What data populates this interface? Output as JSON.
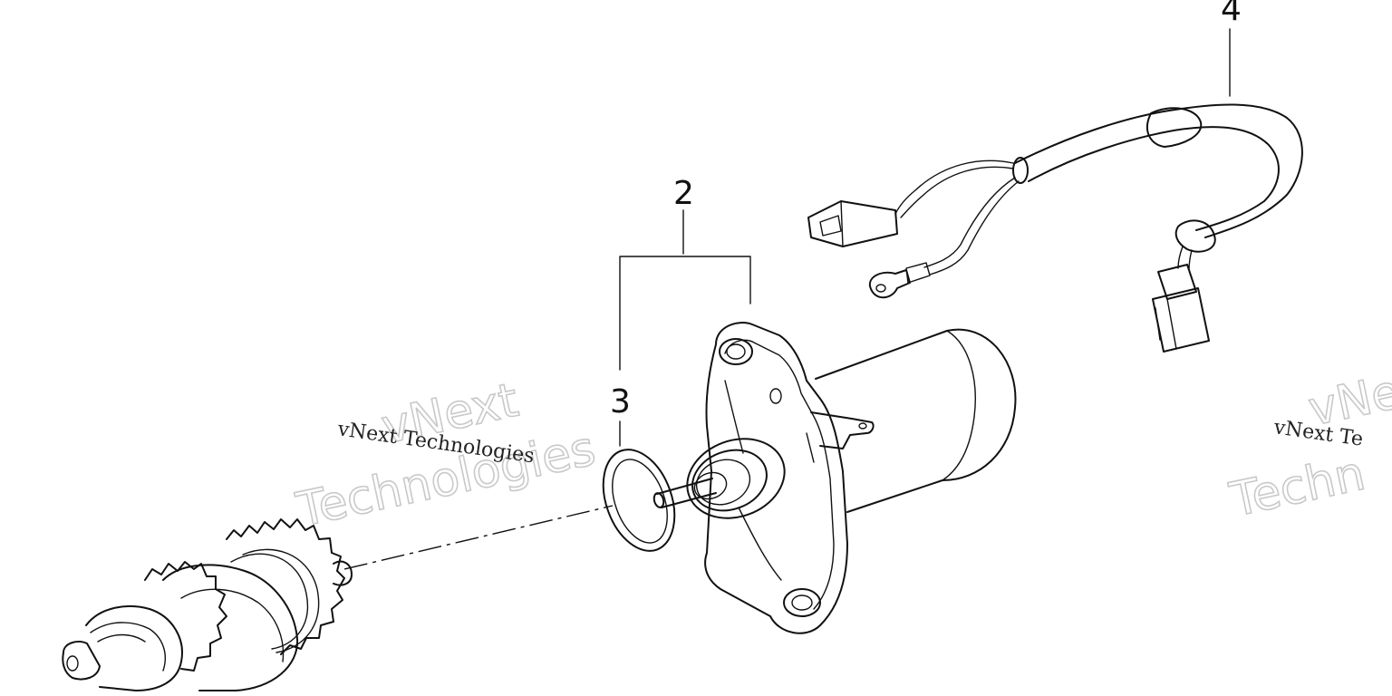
{
  "callouts": [
    {
      "id": "2",
      "label": "2"
    },
    {
      "id": "3",
      "label": "3"
    },
    {
      "id": "4",
      "label": "4"
    }
  ],
  "watermarks": {
    "caption": "vNext Technologies",
    "caption_partial": "vNext Te",
    "outline_line1": "vNext",
    "outline_line2": "Technologies",
    "outline_partial_line1": "vNe",
    "outline_partial_line2": "Techn"
  },
  "colors": {
    "ink": "#111111",
    "watermark": "#c9c9c9",
    "background": "#ffffff"
  }
}
